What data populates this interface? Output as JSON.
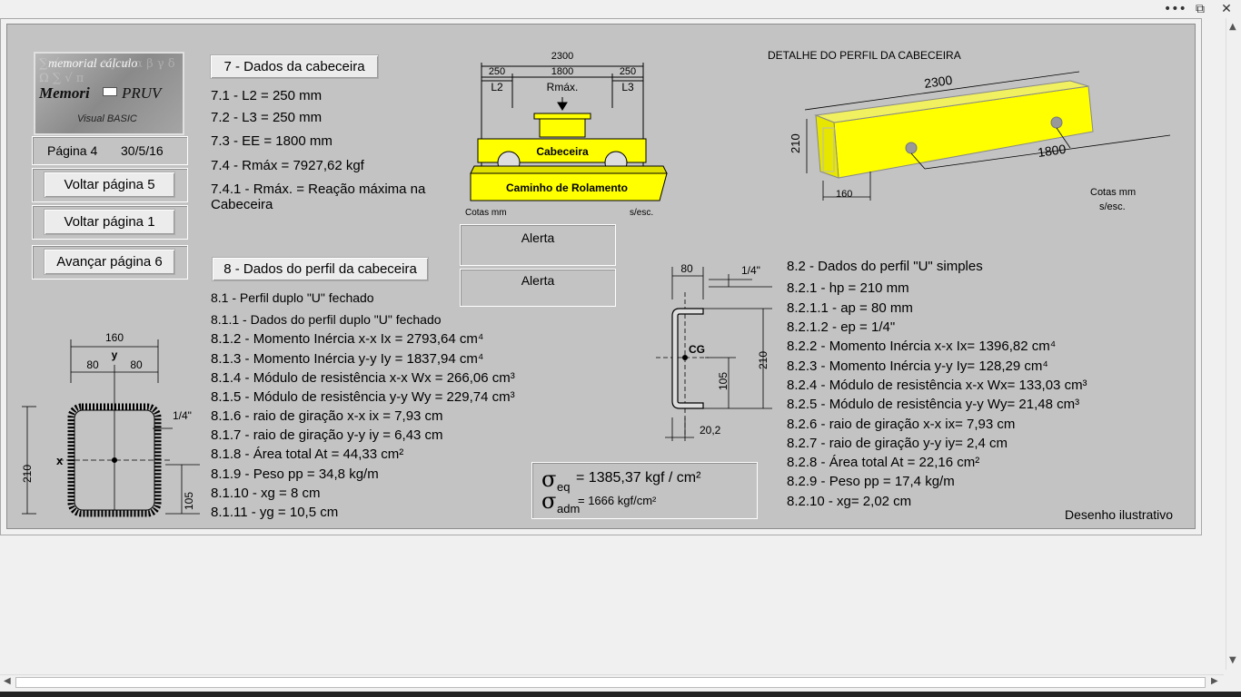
{
  "window": {
    "more_glyph": "•••",
    "restore_glyph": "⧉",
    "close_glyph": "✕"
  },
  "logo": {
    "line1": "memorial  cálculo",
    "line2a": "Memori",
    "line2b": "PRUV",
    "line3": "Visual BASIC"
  },
  "nav": {
    "page": "Página 4",
    "date": "30/5/16",
    "back5": "Voltar página 5",
    "back1": "Voltar  página 1",
    "next6": "Avançar página 6"
  },
  "sec7": {
    "title": "7 - Dados da cabeceira",
    "lines": [
      "7.1 -    L2 = 250 mm",
      "7.2 -    L3 = 250 mm",
      "7.3 -    EE = 1800 mm",
      "7.4 -   Rmáx = 7927,62 kgf",
      "7.4.1 - Rmáx. = Reação máxima na",
      "Cabeceira"
    ]
  },
  "sec8": {
    "title": "8 - Dados do perfil da cabeceira",
    "lines": [
      "8.1 - Perfil duplo \"U\" fechado",
      "8.1.1 - Dados do perfil duplo \"U\" fechado",
      "8.1.2 -    Momento Inércia x-x       Ix = 2793,64  cm⁴",
      "8.1.3 -    Momento Inércia y-y       Iy = 1837,94  cm⁴",
      "8.1.4 -    Módulo de resistência x-x      Wx = 266,06 cm³",
      "8.1.5 -    Módulo de resistência y-y      Wy = 229,74 cm³",
      "8.1.6 -    raio de giração x-x       ix = 7,93  cm",
      "8.1.7 -    raio de giração y-y       iy = 6,43  cm",
      "8.1.8 -   Área total      At = 44,33  cm²",
      "8.1.9 -    Peso      pp = 34,8  kg/m",
      "8.1.10 -       xg = 8  cm",
      "8.1.11 -       yg = 10,5  cm"
    ]
  },
  "alerts": {
    "a1": "Alerta",
    "a2": "Alerta"
  },
  "sec82": {
    "lines": [
      "8.2 - Dados do perfil \"U\" simples",
      "8.2.1 -  hp =  210 mm",
      "8.2.1.1 - ap =  80 mm",
      "8.2.1.2 - ep =  1/4\"",
      "8.2.2 -    Momento Inércia x-x       Ix= 1396,82  cm⁴",
      "8.2.3 -    Momento Inércia y-y       Iy= 128,29  cm⁴",
      "8.2.4 -    Módulo de resistência x-x       Wx= 133,03 cm³",
      "8.2.5 -    Módulo de resistência y-y       Wy= 21,48 cm³",
      "8.2.6 -    raio de giração x-x        ix= 7,93  cm",
      "8.2.7 -    raio de giração y-y        iy= 2,4  cm",
      "8.2.8 -   Área total      At = 22,16  cm²",
      "8.2.9 -    Peso      pp = 17,4  kg/m",
      "8.2.10 -       xg= 2,02  cm"
    ]
  },
  "sigma": {
    "sym": "σ",
    "eq_sub": "eq",
    "eq_val": "=  1385,37 kgf / cm²",
    "adm_sub": "adm",
    "adm_val": "= 1666 kgf/cm²"
  },
  "illustrative": "Desenho ilustrativo",
  "top_diagram": {
    "total": "2300",
    "l2": "250",
    "mid": "1800",
    "l3": "250",
    "lab_l2": "L2",
    "lab_rmax": "Rmáx.",
    "lab_l3": "L3",
    "cabeceira": "Cabeceira",
    "caminho": "Caminho de Rolamento",
    "cotas": "Cotas mm",
    "scale": "s/esc."
  },
  "detail": {
    "title": "DETALHE DO PERFIL DA CABECEIRA",
    "len": "2300",
    "height": "210",
    "spacing": "1800",
    "width": "160",
    "cotas1": "Cotas mm",
    "cotas2": "s/esc."
  },
  "box_section": {
    "w": "160",
    "y": "y",
    "half1": "80",
    "half2": "80",
    "t": "1/4\"",
    "x": "x",
    "h": "210",
    "hh": "105"
  },
  "u_section": {
    "w": "80",
    "t": "1/4\"",
    "cg": "CG",
    "h": "210",
    "hh": "105",
    "xg": "20,2"
  }
}
